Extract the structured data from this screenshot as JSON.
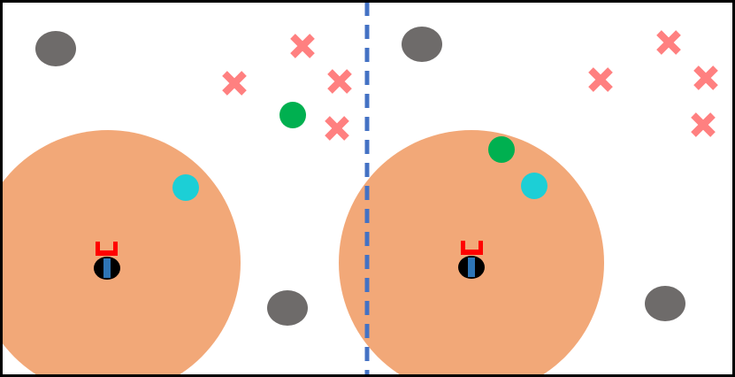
{
  "scene": {
    "colors": {
      "frame": "#000000",
      "background": "#ffffff",
      "divider": "#4472c4",
      "workspace_disc": "#f2a878",
      "obstacle": "#6e6b6a",
      "target_cross": "#ff8080",
      "green_marker": "#00b050",
      "cyan_marker": "#1ccfd6",
      "gripper": "#ff0000",
      "robot_body": "#000000",
      "robot_stripe": "#2e75b6"
    },
    "panels": [
      {
        "id": "left",
        "items": [
          "workspace-disc",
          "obstacle",
          "obstacle",
          "target-cross",
          "target-cross",
          "target-cross",
          "target-cross",
          "green-marker",
          "cyan-marker",
          "robot",
          "gripper"
        ]
      },
      {
        "id": "right",
        "items": [
          "workspace-disc",
          "obstacle",
          "obstacle",
          "target-cross",
          "target-cross",
          "target-cross",
          "target-cross",
          "green-marker",
          "cyan-marker",
          "robot",
          "gripper"
        ]
      }
    ]
  }
}
